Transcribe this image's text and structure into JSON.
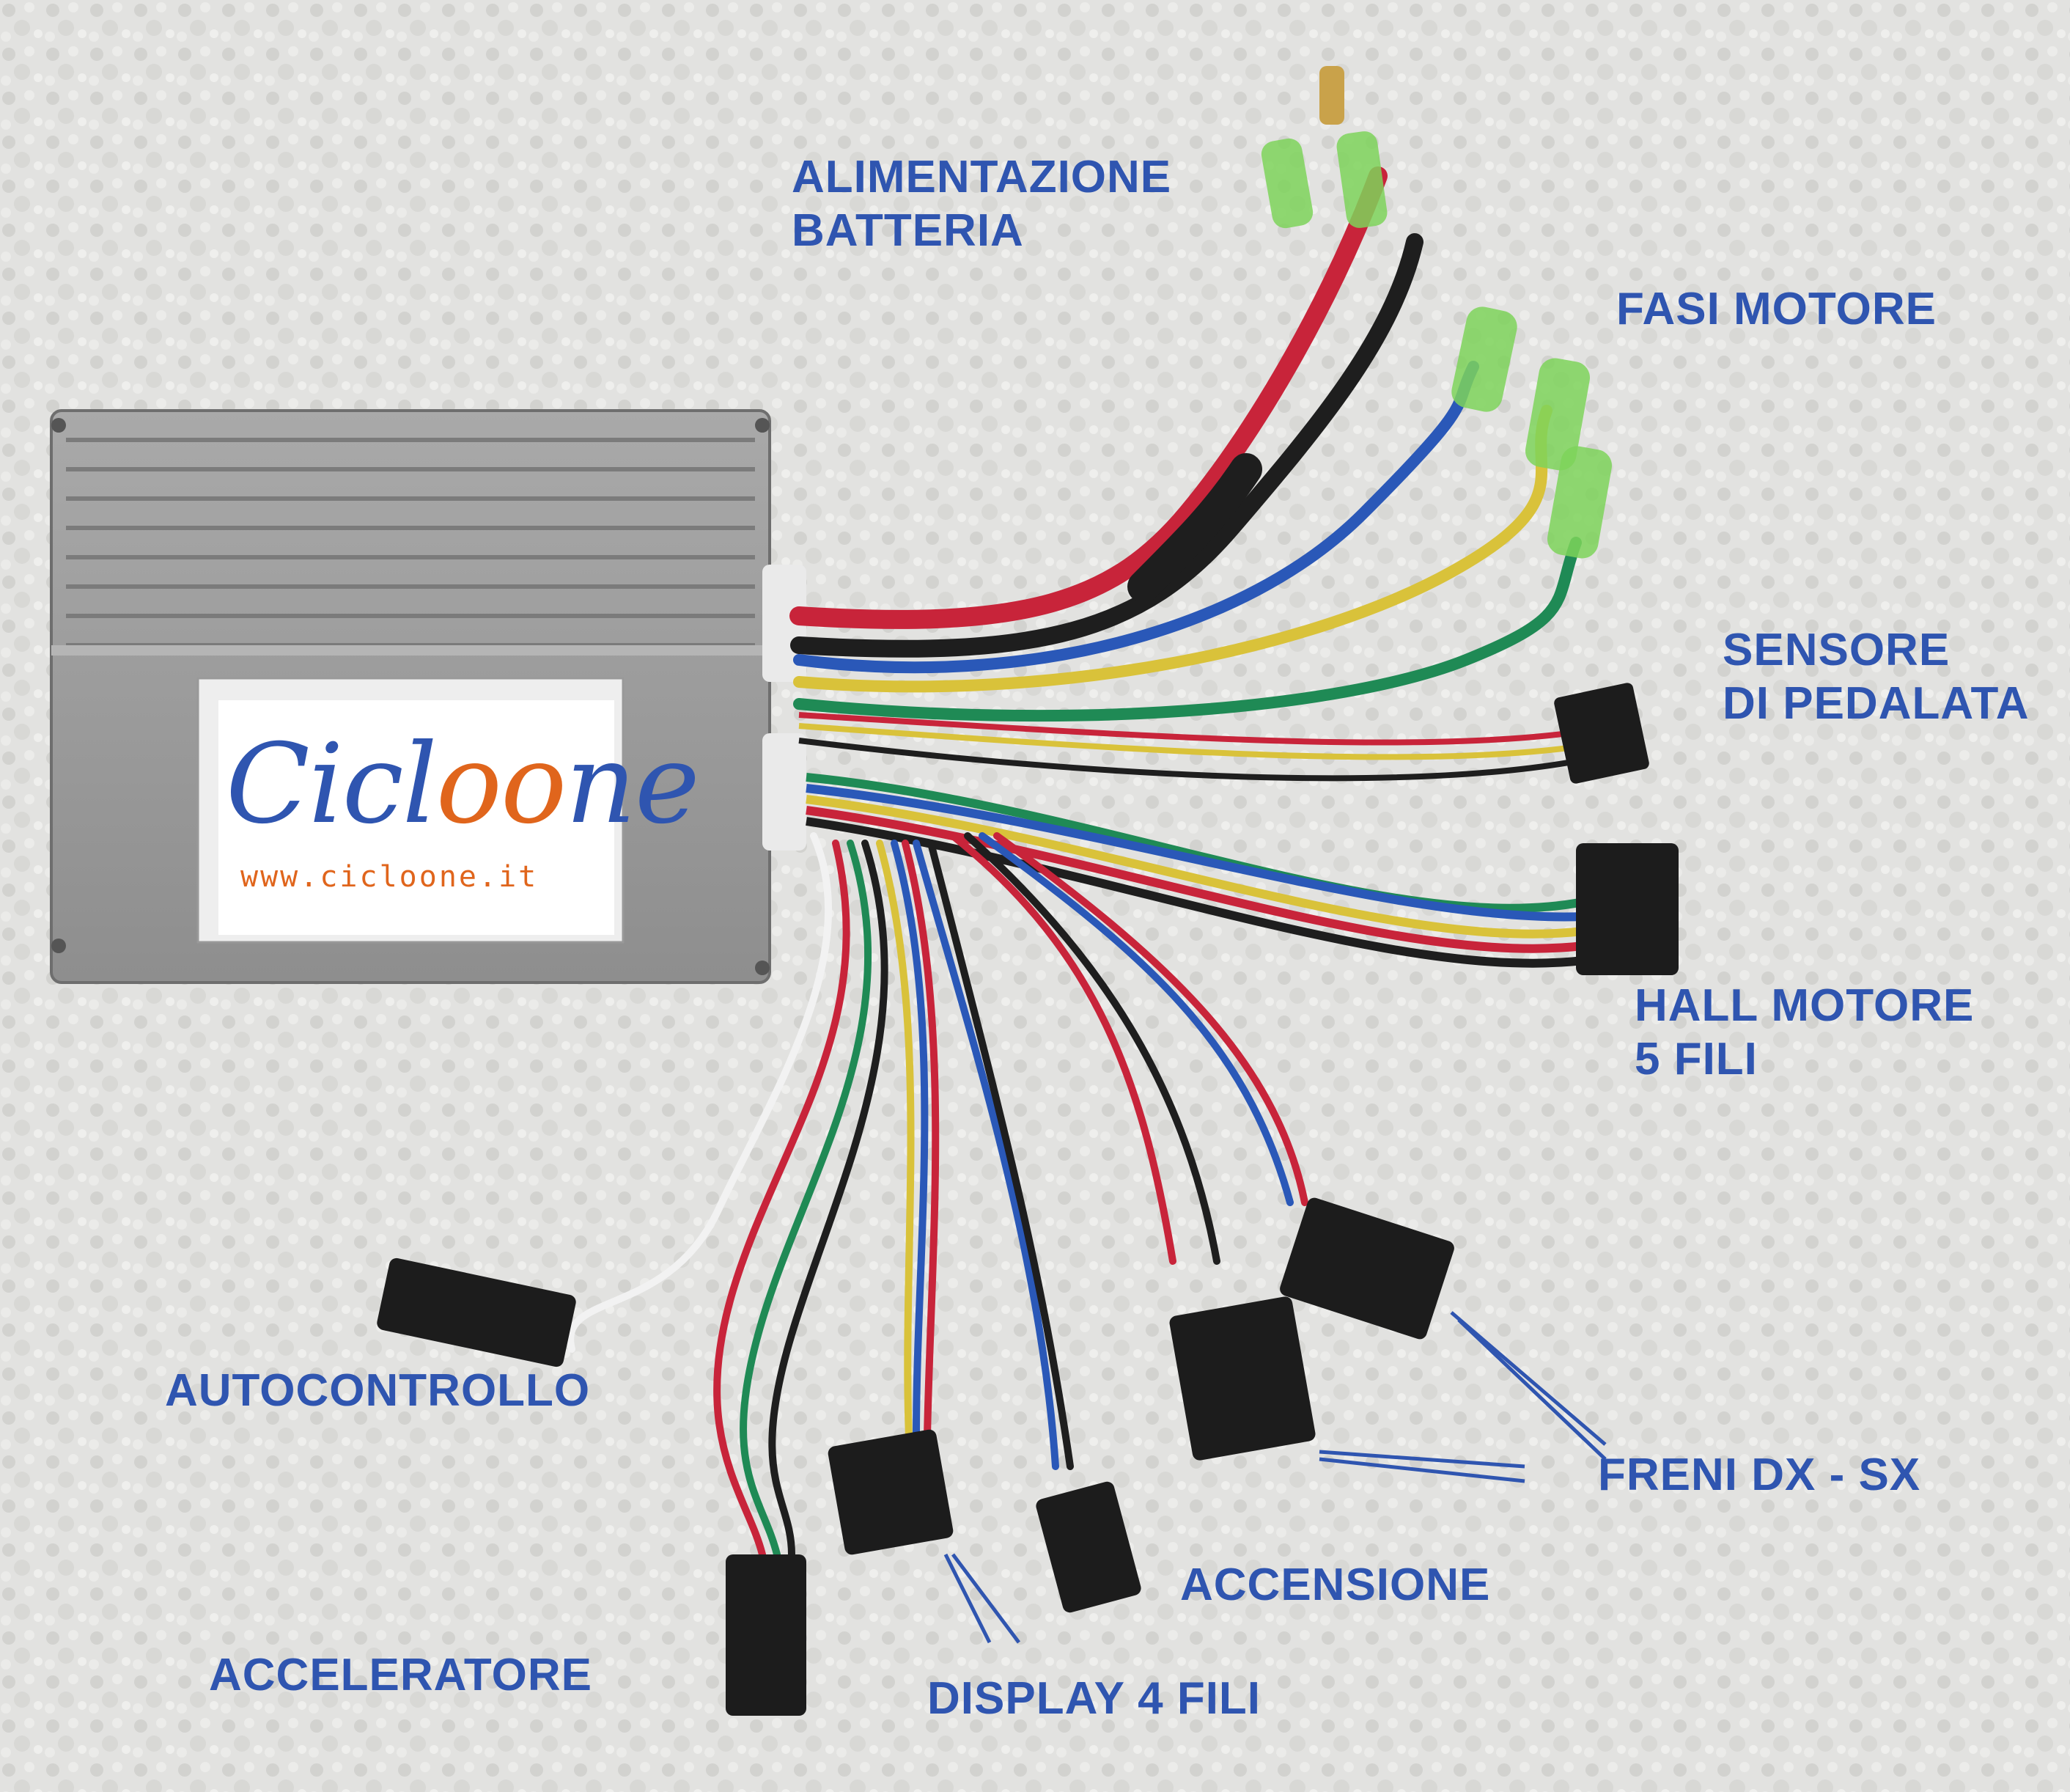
{
  "labels": {
    "alimentazione_line1": "ALIMENTAZIONE",
    "alimentazione_line2": "BATTERIA",
    "fasi_motore": "FASI MOTORE",
    "sensore_line1": "SENSORE",
    "sensore_line2": "DI PEDALATA",
    "hall_line1": "HALL MOTORE",
    "hall_line2": "5 FILI",
    "autocontrollo": "AUTOCONTROLLO",
    "freni": "FRENI DX - SX",
    "accensione": "ACCENSIONE",
    "acceleratore": "ACCELERATORE",
    "display": "DISPLAY 4 FILI"
  },
  "brand": {
    "word_start": "Cicl",
    "word_mid": "oo",
    "word_end": "ne",
    "url": "www.cicloone.it"
  },
  "colors": {
    "label": "#2f55b0",
    "brand_orange": "#e0651c",
    "wire_red": "#c8243a",
    "wire_black": "#1e1e1e",
    "wire_blue": "#2a58b8",
    "wire_yellow": "#d9c23a",
    "wire_green": "#1f8a55",
    "wire_white": "#f2f2f2",
    "connector_green": "#7ed35a"
  }
}
